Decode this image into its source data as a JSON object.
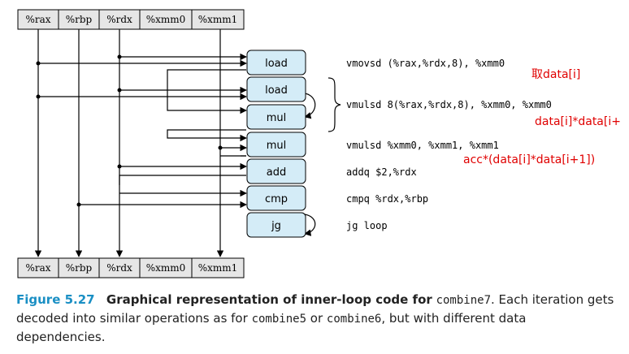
{
  "registers_top": [
    "%rax",
    "%rbp",
    "%rdx",
    "%xmm0",
    "%xmm1"
  ],
  "registers_bottom": [
    "%rax",
    "%rbp",
    "%rdx",
    "%xmm0",
    "%xmm1"
  ],
  "operations": [
    "load",
    "load",
    "mul",
    "mul",
    "add",
    "cmp",
    "jg"
  ],
  "instructions": [
    "vmovsd (%rax,%rdx,8), %xmm0",
    "vmulsd 8(%rax,%rdx,8), %xmm0, %xmm0",
    "vmulsd %xmm0, %xmm1, %xmm1",
    "addq $2,%rdx",
    "cmpq %rdx,%rbp",
    "jg loop"
  ],
  "annotations": [
    "取data[i]",
    "data[i]*data[i+",
    "acc*(data[i]*data[i+1])"
  ],
  "colors": {
    "op_fill": "#d4ecf7",
    "reg_fill": "#e6e6e6",
    "annotation": "#e00000",
    "caption_label": "#1a8fc4"
  },
  "caption": {
    "label": "Figure 5.27",
    "title": "Graphical representation of inner-loop code for",
    "code1": "combine7",
    "text1": ". Each iteration gets decoded into similar operations as for",
    "code2": "combine5",
    "text2": "or",
    "code3": "combine6",
    "text3": ", but with different data dependencies."
  }
}
